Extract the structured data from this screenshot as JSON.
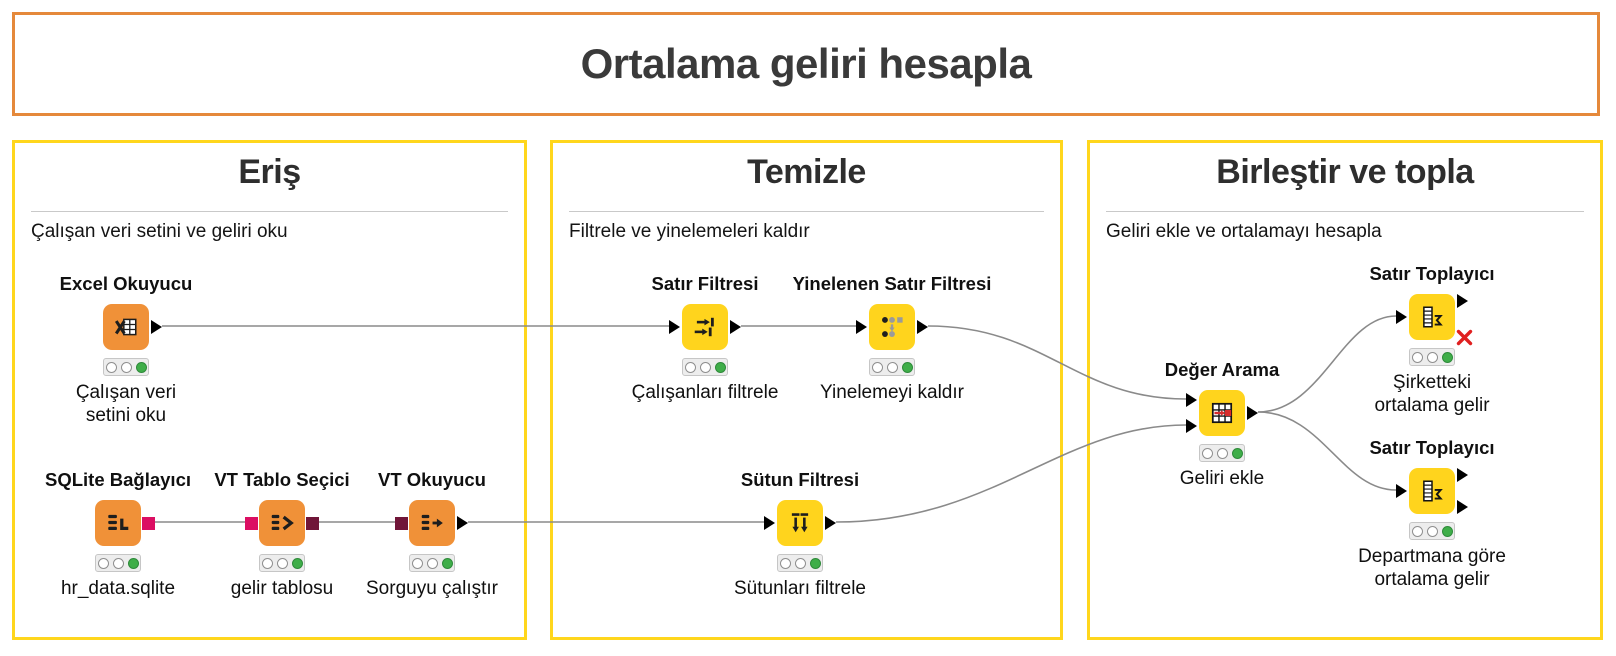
{
  "banner": {
    "title": "Ortalama geliri hesapla"
  },
  "sections": [
    {
      "id": "eris",
      "title": "Eriş",
      "subtitle": "Çalışan veri setini ve geliri oku"
    },
    {
      "id": "temizle",
      "title": "Temizle",
      "subtitle": "Filtrele ve yinelemeleri kaldır"
    },
    {
      "id": "birlestir",
      "title": "Birleştir ve topla",
      "subtitle": "Geliri ekle ve ortalamayı hesapla"
    }
  ],
  "nodes": [
    {
      "id": "excel-reader",
      "label": "Excel Okuyucu",
      "caption": "Çalışan veri\nsetini oku",
      "status": "executed"
    },
    {
      "id": "sqlite-connector",
      "label": "SQLite Bağlayıcı",
      "caption": "hr_data.sqlite",
      "status": "executed"
    },
    {
      "id": "db-table-selector",
      "label": "VT Tablo Seçici",
      "caption": "gelir tablosu",
      "status": "executed"
    },
    {
      "id": "db-reader",
      "label": "VT Okuyucu",
      "caption": "Sorguyu çalıştır",
      "status": "executed"
    },
    {
      "id": "row-filter",
      "label": "Satır Filtresi",
      "caption": "Çalışanları filtrele",
      "status": "executed"
    },
    {
      "id": "duplicate-row-filter",
      "label": "Yinelenen Satır Filtresi",
      "caption": "Yinelemeyi kaldır",
      "status": "executed"
    },
    {
      "id": "column-filter",
      "label": "Sütun Filtresi",
      "caption": "Sütunları filtrele",
      "status": "executed"
    },
    {
      "id": "value-lookup",
      "label": "Değer Arama",
      "caption": "Geliri ekle",
      "status": "executed"
    },
    {
      "id": "row-aggregator-company",
      "label": "Satır Toplayıcı",
      "caption": "Şirketteki\nortalama gelir",
      "status": "executed"
    },
    {
      "id": "row-aggregator-department",
      "label": "Satır Toplayıcı",
      "caption": "Departmana göre\nortalama gelir",
      "status": "executed"
    }
  ],
  "colors": {
    "banner-border": "#E5893B",
    "section-border": "#FFD61C",
    "node-orange": "#F09138",
    "node-yellow": "#FFD41D",
    "port-db-session": "#DB0E62",
    "port-db-data": "#701538",
    "status-green": "#3FAE49",
    "connection": "#8a8a8a",
    "inactive-x": "#E02020"
  }
}
